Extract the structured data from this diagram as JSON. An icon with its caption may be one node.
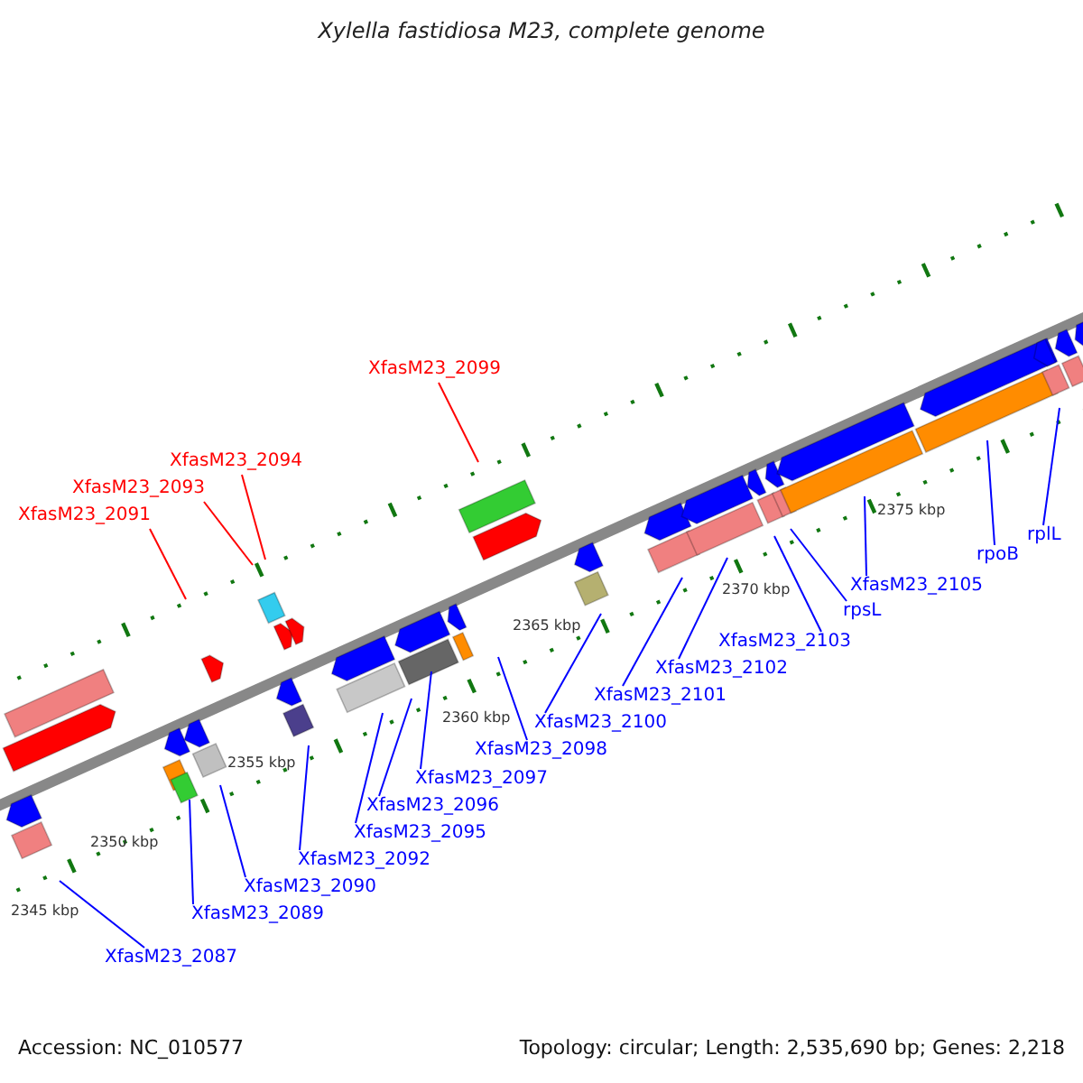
{
  "diagram": {
    "title": "Xylella fastidiosa M23, complete genome",
    "nodes": [
      {
        "text": [
          "XfasM23_2091"
        ]
      },
      {
        "text": [
          "XfasM23_2093"
        ]
      },
      {
        "text": [
          "XfasM23_2094"
        ]
      },
      {
        "text": [
          "XfasM23_2099"
        ]
      },
      {
        "text": [
          "XfasM23_2087"
        ]
      },
      {
        "text": [
          "XfasM23_2089"
        ]
      },
      {
        "text": [
          "XfasM23_2090"
        ]
      },
      {
        "text": [
          "XfasM23_2092"
        ]
      },
      {
        "text": [
          "XfasM23_2095"
        ]
      },
      {
        "text": [
          "XfasM23_2096"
        ]
      },
      {
        "text": [
          "XfasM23_2097"
        ]
      },
      {
        "text": [
          "XfasM23_2098"
        ]
      },
      {
        "text": [
          "XfasM23_2100"
        ]
      },
      {
        "text": [
          "XfasM23_2101"
        ]
      },
      {
        "text": [
          "XfasM23_2102"
        ]
      },
      {
        "text": [
          "XfasM23_2103"
        ]
      },
      {
        "text": [
          "rpsL"
        ]
      },
      {
        "text": [
          "XfasM23_2105"
        ]
      },
      {
        "text": [
          "rpoB"
        ]
      },
      {
        "text": [
          "rplL"
        ]
      }
    ],
    "edges": [
      {
        "from": 0,
        "to": null,
        "arrow": "none",
        "color": "#ff0000"
      },
      {
        "from": 1,
        "to": null,
        "arrow": "none",
        "color": "#ff0000"
      },
      {
        "from": 2,
        "to": null,
        "arrow": "none",
        "color": "#ff0000"
      },
      {
        "from": 3,
        "to": null,
        "arrow": "none",
        "color": "#ff0000"
      },
      {
        "from": 4,
        "to": null,
        "arrow": "none"
      },
      {
        "from": 5,
        "to": null,
        "arrow": "none"
      },
      {
        "from": 6,
        "to": null,
        "arrow": "none"
      },
      {
        "from": 7,
        "to": null,
        "arrow": "none"
      },
      {
        "from": 8,
        "to": null,
        "arrow": "none"
      },
      {
        "from": 9,
        "to": null,
        "arrow": "none"
      },
      {
        "from": 10,
        "to": null,
        "arrow": "none"
      },
      {
        "from": 11,
        "to": null,
        "arrow": "none"
      },
      {
        "from": 12,
        "to": null,
        "arrow": "none"
      },
      {
        "from": 13,
        "to": null,
        "arrow": "none"
      },
      {
        "from": 14,
        "to": null,
        "arrow": "none"
      },
      {
        "from": 15,
        "to": null,
        "arrow": "none"
      },
      {
        "from": 16,
        "to": null,
        "arrow": "none"
      },
      {
        "from": 17,
        "to": null,
        "arrow": "none"
      },
      {
        "from": 18,
        "to": null,
        "arrow": "none"
      },
      {
        "from": 19,
        "to": null,
        "arrow": "none"
      }
    ],
    "labels": [
      "2345 kbp",
      "2350 kbp",
      "2355 kbp",
      "2360 kbp",
      "2365 kbp",
      "2370 kbp",
      "2375 kbp",
      "Accession: NC_010577",
      "Topology: circular; Length: 2,535,690 bp; Genes: 2,218"
    ]
  }
}
